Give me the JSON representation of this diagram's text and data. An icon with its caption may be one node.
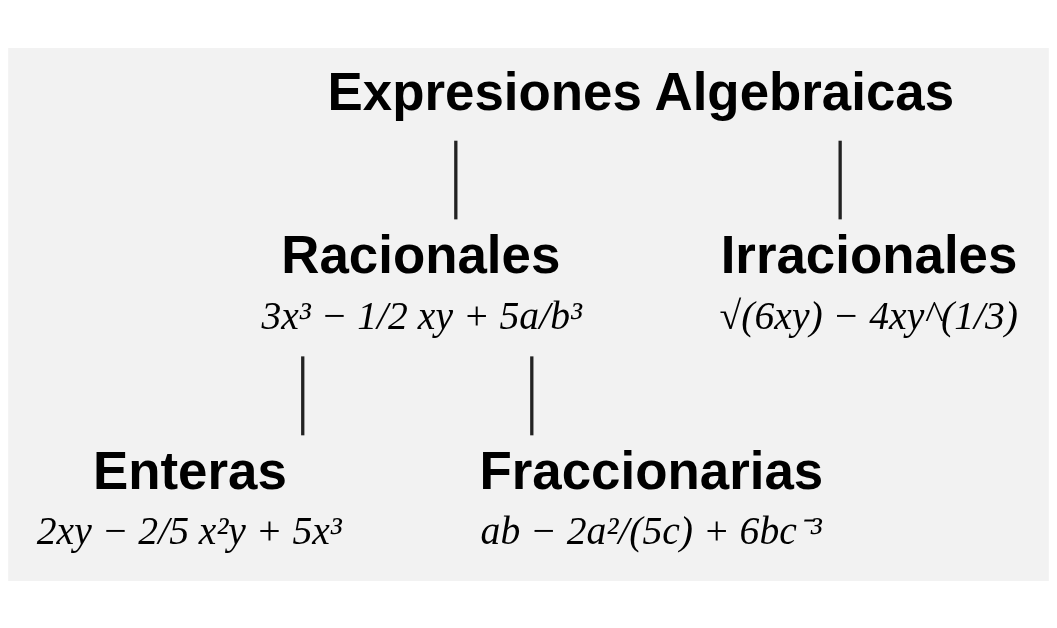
{
  "diagram": {
    "nodes": [
      {
        "text": [
          "Expresiones Algebraicas"
        ]
      },
      {
        "text": [
          "Racionales",
          "3x³ − 1/2 xy + 5a/b³"
        ]
      },
      {
        "text": [
          "Irracionales",
          "√(6xy) − 4xy^(1/3)"
        ]
      },
      {
        "text": [
          "Enteras",
          "2xy − 2/5 x²y + 5x³"
        ]
      },
      {
        "text": [
          "Fraccionarias",
          "ab − 2a²/(5c) + 6bc⁻³"
        ]
      }
    ],
    "edges": [
      {
        "from": 0,
        "to": 1,
        "arrow": "none"
      },
      {
        "from": 0,
        "to": 2,
        "arrow": "none"
      },
      {
        "from": 1,
        "to": 3,
        "arrow": "none"
      },
      {
        "from": 1,
        "to": 4,
        "arrow": "none"
      }
    ]
  }
}
